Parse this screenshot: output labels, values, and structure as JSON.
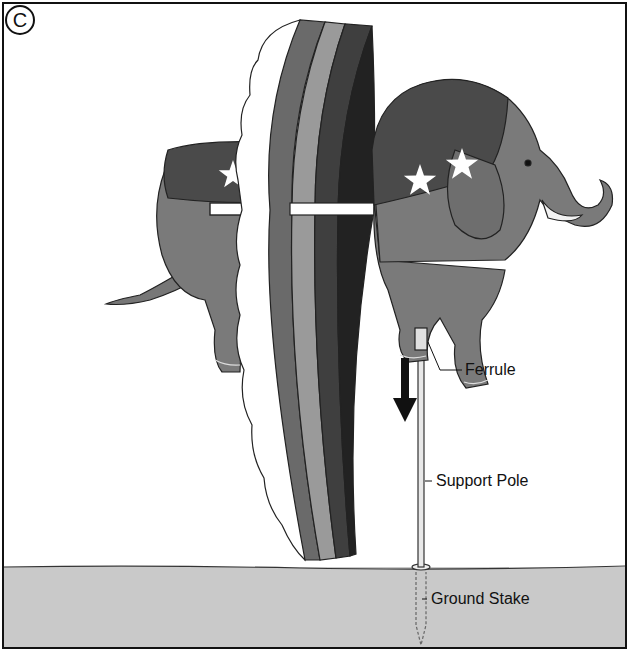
{
  "diagram": {
    "nodes": [
      {
        "text": [
          "C"
        ]
      }
    ],
    "labels": [
      "Ferrule",
      "Support Pole",
      "Ground Stake"
    ]
  }
}
